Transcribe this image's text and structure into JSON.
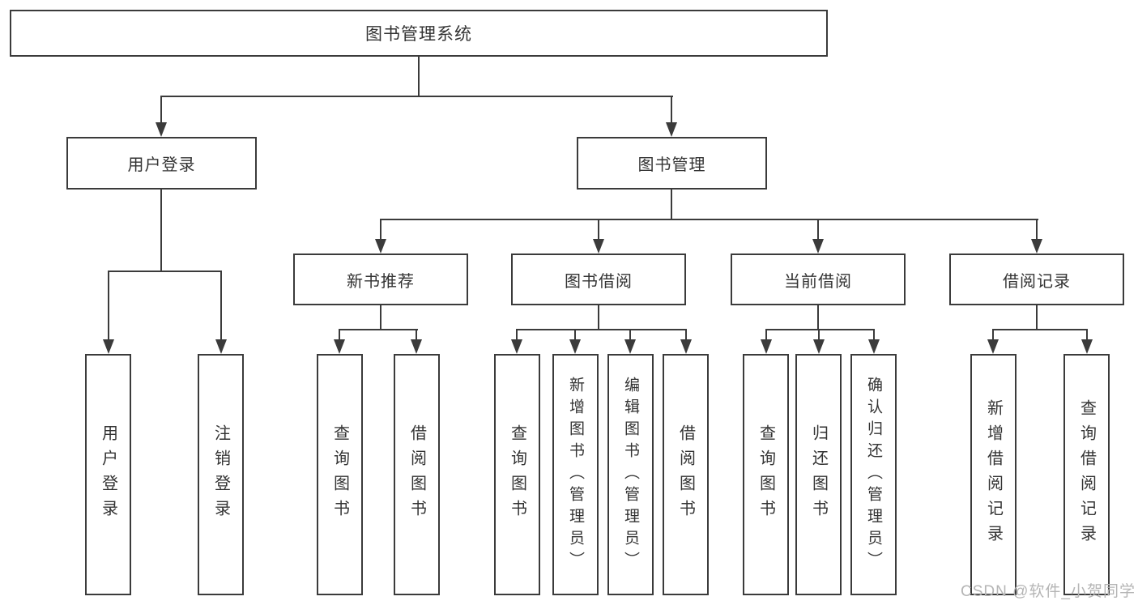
{
  "colors": {
    "line": "#3b3b3b",
    "text": "#333333",
    "watermark": "#b5b5b5",
    "background": "#ffffff"
  },
  "nodes": {
    "root": {
      "label": "图书管理系统"
    },
    "l2": [
      {
        "label": "用户登录"
      },
      {
        "label": "图书管理"
      }
    ],
    "l3": [
      {
        "label": "新书推荐"
      },
      {
        "label": "图书借阅"
      },
      {
        "label": "当前借阅"
      },
      {
        "label": "借阅记录"
      }
    ],
    "leaves": [
      {
        "label": "用户登录"
      },
      {
        "label": "注销登录"
      },
      {
        "label": "查询图书"
      },
      {
        "label": "借阅图书"
      },
      {
        "label": "查询图书"
      },
      {
        "label": "新增图书（管理员）"
      },
      {
        "label": "编辑图书（管理员）"
      },
      {
        "label": "借阅图书"
      },
      {
        "label": "查询图书"
      },
      {
        "label": "归还图书"
      },
      {
        "label": "确认归还（管理员）"
      },
      {
        "label": "新增借阅记录"
      },
      {
        "label": "查询借阅记录"
      }
    ]
  },
  "watermark": {
    "text": "CSDN @软件_小贺同学"
  }
}
